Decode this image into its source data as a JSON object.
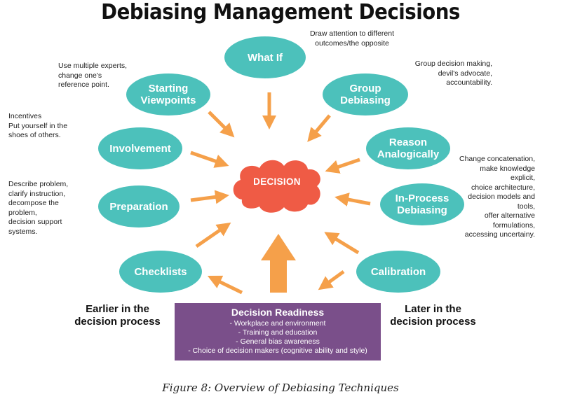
{
  "title": "Debiasing Management Decisions",
  "center": "DECISION",
  "nodes": {
    "what_if": "What If",
    "starting_viewpoints": "Starting\nViewpoints",
    "group_debiasing": "Group\nDebiasing",
    "involvement": "Involvement",
    "reason_analogically": "Reason\nAnalogically",
    "preparation": "Preparation",
    "in_process_debiasing": "In-Process\nDebiasing",
    "checklists": "Checklists",
    "calibration": "Calibration"
  },
  "notes": {
    "what_if": "Draw attention to different\noutcomes/the opposite",
    "starting_viewpoints": "Use multiple experts,\nchange one's\nreference point.",
    "group_debiasing": "Group decision making,\ndevil's advocate,\naccountability.",
    "involvement": "Incentives\nPut yourself in the\nshoes of others.",
    "preparation": "Describe problem,\nclarify instruction,\ndecompose the\nproblem,\ndecision support\nsystems.",
    "in_process_debiasing": "Change concatenation,\nmake knowledge\nexplicit,\nchoice architecture,\ndecision models and\ntools,\noffer alternative\nformulations,\naccessing uncertainy."
  },
  "side_labels": {
    "earlier": "Earlier in the\ndecision process",
    "later": "Later in the\ndecision process"
  },
  "readiness": {
    "title": "Decision Readiness",
    "items": [
      "- Workplace and environment",
      "- Training and education",
      "- General bias awareness",
      "- Choice of decision makers (cognitive ability and style)"
    ]
  },
  "caption": "Figure 8: Overview of Debiasing Techniques",
  "colors": {
    "node": "#4cc1bb",
    "arrow": "#f5a04a",
    "cloud": "#ef5b45",
    "readiness": "#7a4f8a"
  }
}
